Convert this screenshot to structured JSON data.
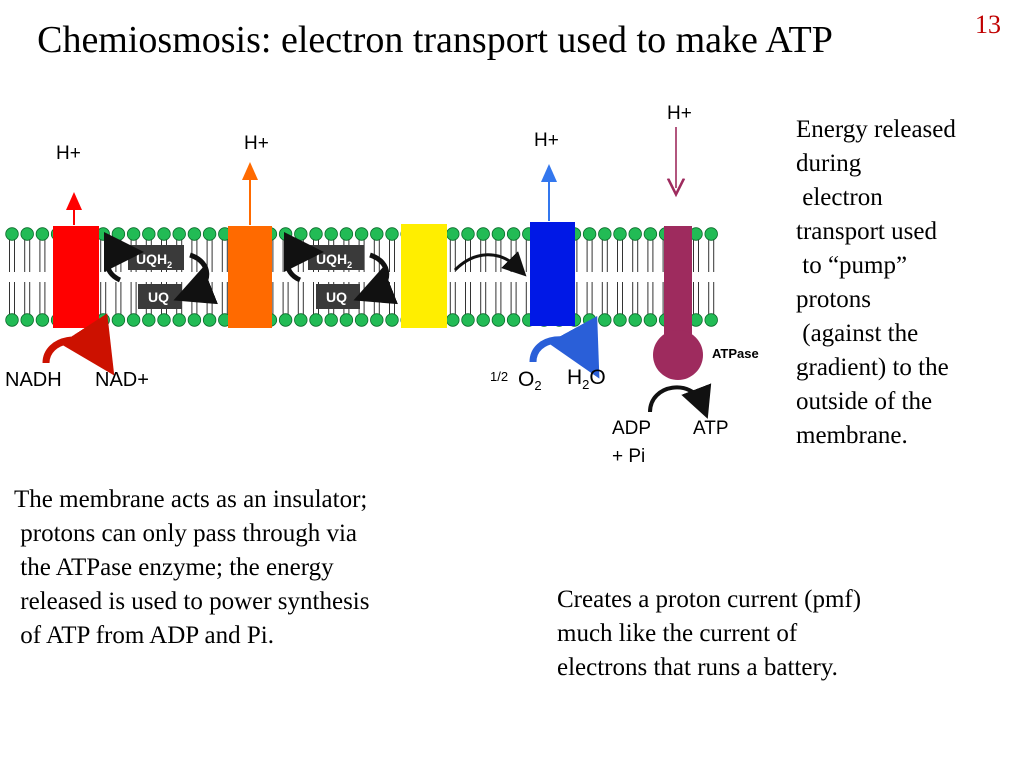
{
  "slide": {
    "title": "Chemiosmosis: electron transport used to make ATP",
    "number": "13"
  },
  "diagram": {
    "protons": [
      "H+",
      "H+",
      "H+",
      "H+"
    ],
    "carriers": {
      "reduced": "UQH",
      "reduced_subscript": "2",
      "oxidized": "UQ"
    },
    "nadh": "NADH",
    "nad": "NAD+",
    "half": "1/2",
    "o": "O",
    "o_sub": "2",
    "h": "H",
    "h_sub": "2",
    "h2o_o": "O",
    "atpase": "ATPase",
    "adp": "ADP",
    "pi": "+ Pi",
    "atp": "ATP",
    "colors": {
      "complex1": "#ff0000",
      "complex2": "#ff6a00",
      "complex3": "#ffee00",
      "complex4": "#0018e6",
      "atpase": "#9e2b5e",
      "membrane_head": "#22bb55",
      "curved_arrow_red": "#cc1100",
      "curved_arrow_blue": "#2a5fd8",
      "uq_box": "#3a3a3a",
      "slide_number": "#c00000"
    }
  },
  "right_text": [
    "Energy released",
    "during",
    " electron",
    "transport used",
    " to “pump”",
    "protons",
    " (against the",
    "gradient) to the",
    "outside of the",
    "membrane."
  ],
  "left_text": [
    "The membrane acts as an insulator;",
    " protons can only pass through via",
    " the ATPase enzyme; the energy",
    " released is used to power synthesis",
    " of ATP from ADP and Pi."
  ],
  "bottom_right_text": [
    "Creates a proton current (pmf)",
    "much like the current of",
    "electrons that runs a battery."
  ]
}
